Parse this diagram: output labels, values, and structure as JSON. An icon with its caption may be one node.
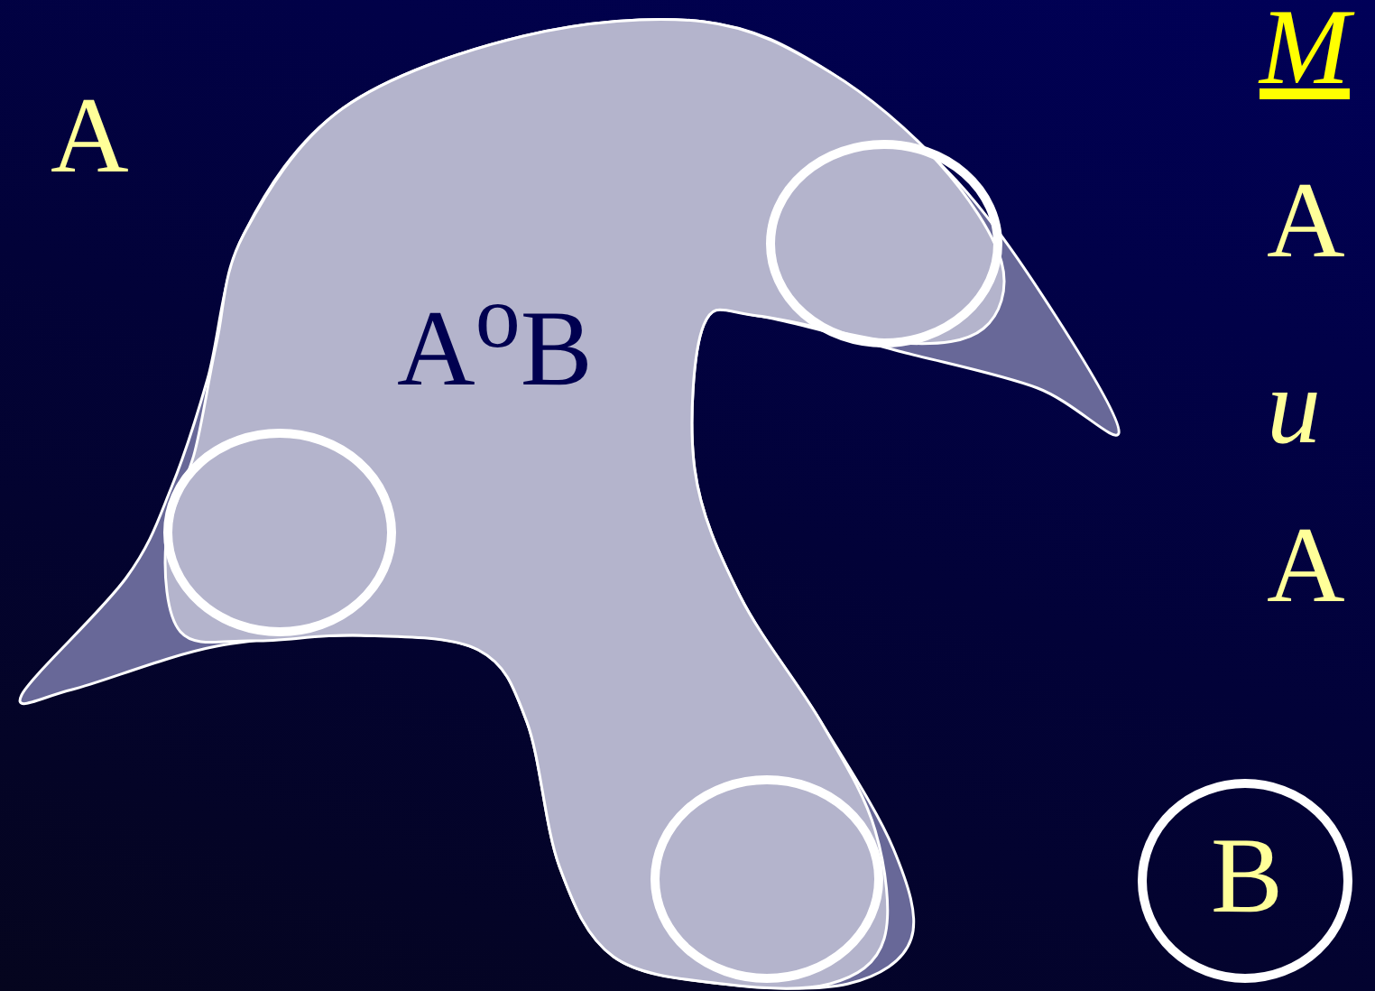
{
  "diagram": {
    "nodes": [
      {
        "text": [
          "A$^{o}$B"
        ]
      },
      {
        "text": [
          "B"
        ]
      }
    ],
    "labels": [
      "A",
      "M",
      "A",
      "u",
      "A"
    ]
  }
}
